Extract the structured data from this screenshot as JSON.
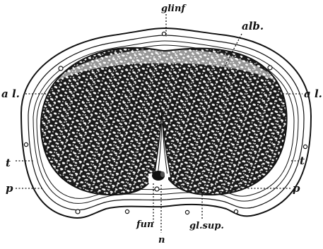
{
  "figure": {
    "labels": {
      "gl_inf": "glinf",
      "alb": "alb.",
      "al_left": "a l.",
      "al_right": "a l.",
      "t_left": "t",
      "t_right": "t",
      "p_left": "p",
      "p_right": "p",
      "fun": "fun",
      "n": "n",
      "gl_sup": "gl.sup."
    }
  }
}
